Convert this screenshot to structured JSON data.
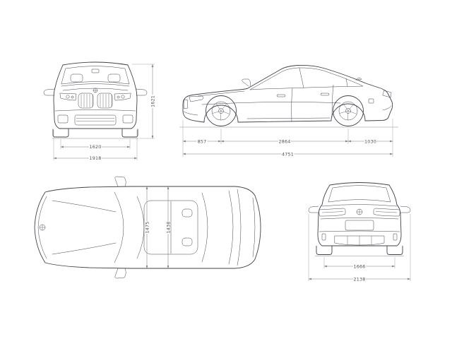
{
  "page": {
    "background": "#ffffff"
  },
  "colors": {
    "car_line": "#41414a",
    "dim_line": "#7b7b83",
    "dim_text": "#4e4e55"
  },
  "views": {
    "front": {
      "dimensions": {
        "track_width": "1620",
        "overall_width": "1918",
        "overall_height": "1621"
      }
    },
    "side": {
      "dimensions": {
        "front_overhang": "857",
        "wheelbase": "2864",
        "rear_overhang": "1030",
        "overall_length": "4751"
      }
    },
    "top": {
      "dimensions": {
        "width_front": "1475",
        "width_rear": "1438"
      }
    },
    "rear": {
      "dimensions": {
        "track_width": "1666",
        "width_incl_mirrors": "2138"
      }
    }
  }
}
